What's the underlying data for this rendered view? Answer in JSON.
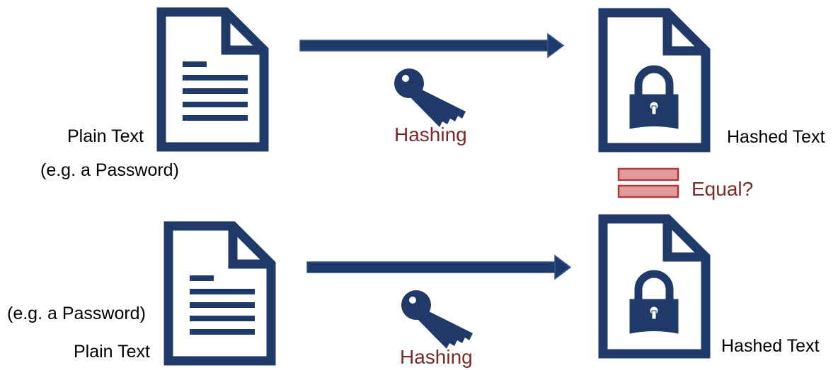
{
  "colors": {
    "navy": "#1f3a68",
    "label_red": "#7b2a2a",
    "equal_fill": "#e39a9a",
    "equal_stroke": "#b03a3a",
    "text": "#000000"
  },
  "icons": {
    "document": "document-lines-icon",
    "locked_document": "locked-document-icon",
    "key": "key-icon",
    "arrow": "right-arrow-icon",
    "equals": "equals-sign-icon"
  },
  "top_row": {
    "source_label_line1": "Plain Text",
    "source_label_line2": "(e.g. a Password)",
    "process_label": "Hashing",
    "result_label": "Hashed Text"
  },
  "bottom_row": {
    "source_label_line1": "(e.g. a Password)",
    "source_label_line2": "Plain Text",
    "process_label": "Hashing",
    "result_label": "Hashed Text"
  },
  "comparison": {
    "label": "Equal?"
  }
}
